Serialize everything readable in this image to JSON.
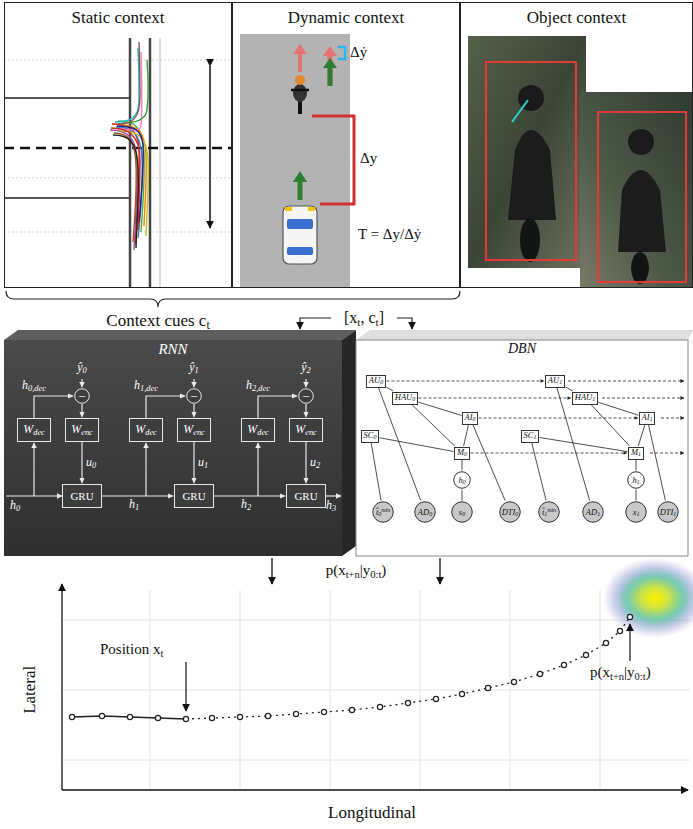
{
  "diagram": {
    "nodes": [
      {
        "text": [
          "Static context"
        ]
      },
      {
        "text": [
          "Dynamic context"
        ]
      },
      {
        "text": [
          "Object context"
        ]
      },
      {
        "text": [
          "RNN"
        ]
      },
      {
        "text": [
          "DBN"
        ]
      },
      {
        "text": [
          "−"
        ],
        "in": 3
      },
      {
        "text": [
          "−"
        ],
        "in": 3
      },
      {
        "text": [
          "−"
        ],
        "in": 3
      },
      {
        "text": [
          "Wdec"
        ],
        "in": 3
      },
      {
        "text": [
          "Wenc"
        ],
        "in": 3
      },
      {
        "text": [
          "Wdec"
        ],
        "in": 3
      },
      {
        "text": [
          "Wenc"
        ],
        "in": 3
      },
      {
        "text": [
          "Wdec"
        ],
        "in": 3
      },
      {
        "text": [
          "Wenc"
        ],
        "in": 3
      },
      {
        "text": [
          "GRU"
        ],
        "in": 3
      },
      {
        "text": [
          "GRU"
        ],
        "in": 3
      },
      {
        "text": [
          "GRU"
        ],
        "in": 3
      },
      {
        "text": [
          "AU0"
        ],
        "in": 4
      },
      {
        "text": [
          "HAU0"
        ],
        "in": 4
      },
      {
        "text": [
          "AI0"
        ],
        "in": 4
      },
      {
        "text": [
          "SC0"
        ],
        "in": 4
      },
      {
        "text": [
          "M0"
        ],
        "in": 4
      },
      {
        "text": [
          "h0"
        ],
        "in": 4
      },
      {
        "text": [
          "t̂0min"
        ],
        "in": 4
      },
      {
        "text": [
          "AD0"
        ],
        "in": 4
      },
      {
        "text": [
          "s0"
        ],
        "in": 4
      },
      {
        "text": [
          "DTI0"
        ],
        "in": 4
      },
      {
        "text": [
          "AU1"
        ],
        "in": 4
      },
      {
        "text": [
          "HAU1"
        ],
        "in": 4
      },
      {
        "text": [
          "AI1"
        ],
        "in": 4
      },
      {
        "text": [
          "SC1"
        ],
        "in": 4
      },
      {
        "text": [
          "M1"
        ],
        "in": 4
      },
      {
        "text": [
          "h1"
        ],
        "in": 4
      },
      {
        "text": [
          "t̂1min"
        ],
        "in": 4
      },
      {
        "text": [
          "AD1"
        ],
        "in": 4
      },
      {
        "text": [
          "x1"
        ],
        "in": 4
      },
      {
        "text": [
          "DTI1"
        ],
        "in": 4
      }
    ],
    "edges": [
      {
        "from": 8,
        "to": 5,
        "arrow": "to",
        "label": "h0,dec"
      },
      {
        "from": 5,
        "to": 9,
        "arrow": "to"
      },
      {
        "from": 9,
        "to": 14,
        "arrow": "to",
        "label": "u0"
      },
      {
        "from": 10,
        "to": 6,
        "arrow": "to",
        "label": "h1,dec"
      },
      {
        "from": 6,
        "to": 11,
        "arrow": "to"
      },
      {
        "from": 11,
        "to": 15,
        "arrow": "to",
        "label": "u1"
      },
      {
        "from": 12,
        "to": 7,
        "arrow": "to",
        "label": "h2,dec"
      },
      {
        "from": 7,
        "to": 13,
        "arrow": "to"
      },
      {
        "from": 13,
        "to": 16,
        "arrow": "to",
        "label": "u2"
      },
      {
        "from": 14,
        "to": 15,
        "arrow": "to",
        "label": "h1"
      },
      {
        "from": 15,
        "to": 16,
        "arrow": "to",
        "label": "h2"
      },
      {
        "from": 17,
        "to": 18,
        "arrow": "none"
      },
      {
        "from": 17,
        "to": 24,
        "arrow": "none"
      },
      {
        "from": 18,
        "to": 19,
        "arrow": "none"
      },
      {
        "from": 18,
        "to": 21,
        "arrow": "none"
      },
      {
        "from": 19,
        "to": 21,
        "arrow": "none"
      },
      {
        "from": 19,
        "to": 26,
        "arrow": "none"
      },
      {
        "from": 20,
        "to": 21,
        "arrow": "none"
      },
      {
        "from": 20,
        "to": 23,
        "arrow": "none"
      },
      {
        "from": 21,
        "to": 22,
        "arrow": "none"
      },
      {
        "from": 22,
        "to": 25,
        "arrow": "none"
      },
      {
        "from": 27,
        "to": 28,
        "arrow": "none"
      },
      {
        "from": 27,
        "to": 34,
        "arrow": "none"
      },
      {
        "from": 28,
        "to": 29,
        "arrow": "none"
      },
      {
        "from": 28,
        "to": 31,
        "arrow": "none"
      },
      {
        "from": 29,
        "to": 31,
        "arrow": "none"
      },
      {
        "from": 29,
        "to": 36,
        "arrow": "none"
      },
      {
        "from": 30,
        "to": 31,
        "arrow": "none"
      },
      {
        "from": 30,
        "to": 33,
        "arrow": "none"
      },
      {
        "from": 31,
        "to": 32,
        "arrow": "none"
      },
      {
        "from": 32,
        "to": 35,
        "arrow": "none"
      },
      {
        "from": 17,
        "to": 27,
        "arrow": "to"
      },
      {
        "from": 18,
        "to": 28,
        "arrow": "to"
      },
      {
        "from": 19,
        "to": 29,
        "arrow": "to"
      },
      {
        "from": 21,
        "to": 31,
        "arrow": "to"
      }
    ],
    "labels": [
      "Δẏ",
      "Δy",
      "T = Δy/Δẏ",
      "Context cues ct",
      "[xt, ct]",
      "ŷ0",
      "ŷ1",
      "ŷ2",
      "h0",
      "h3",
      "p(xt+n|y0:t)",
      "Lateral",
      "Position xt",
      "p(xt+n|y0:t)",
      "Longitudinal"
    ]
  }
}
